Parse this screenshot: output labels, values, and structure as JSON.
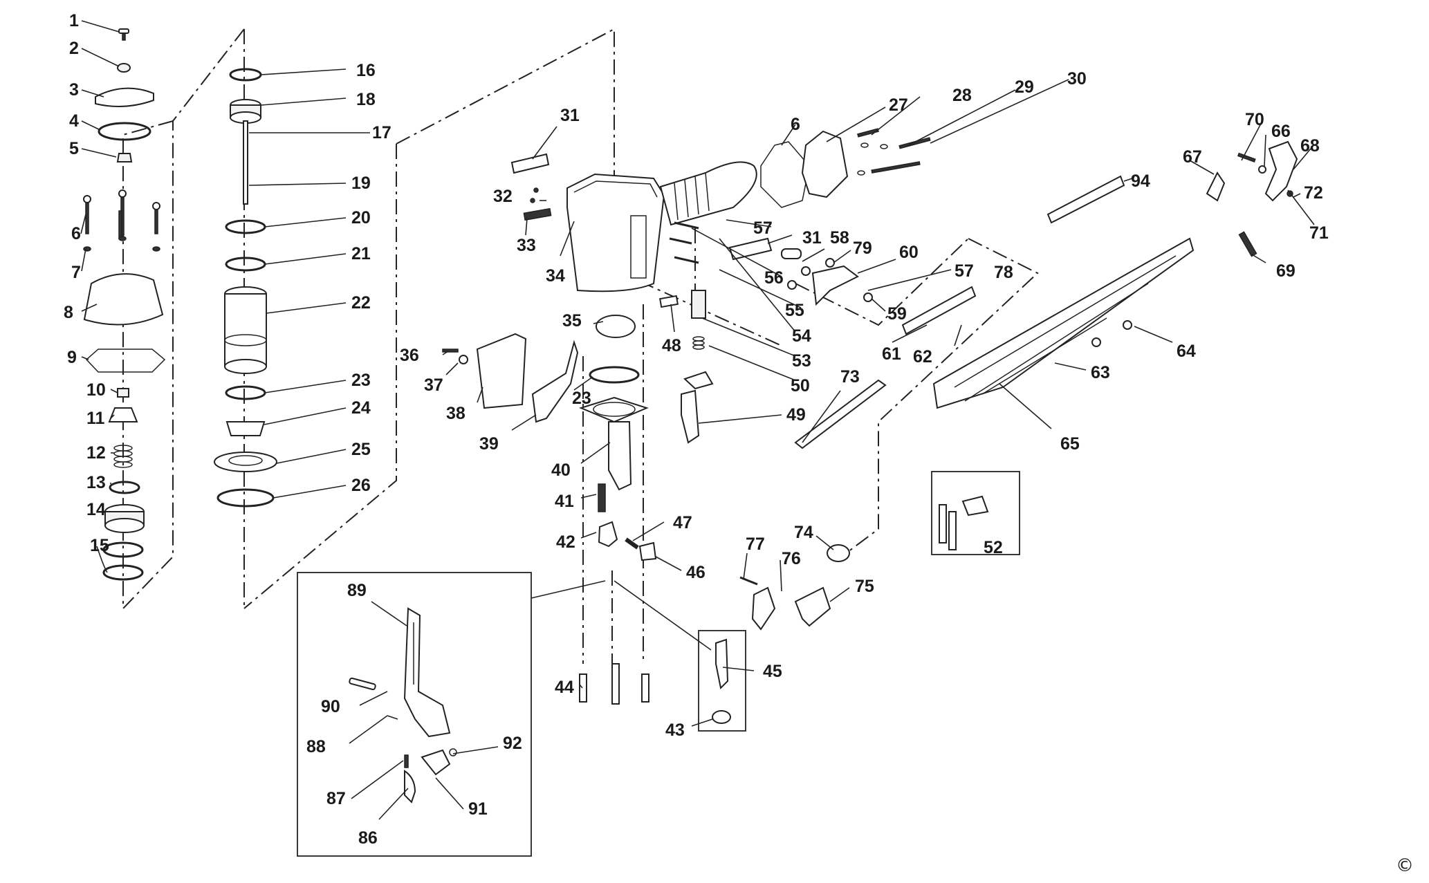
{
  "copyright_symbol": "©",
  "callouts": [
    {
      "id": "1",
      "text": "1"
    },
    {
      "id": "2",
      "text": "2"
    },
    {
      "id": "3",
      "text": "3"
    },
    {
      "id": "4",
      "text": "4"
    },
    {
      "id": "5",
      "text": "5"
    },
    {
      "id": "6a",
      "text": "6"
    },
    {
      "id": "7",
      "text": "7"
    },
    {
      "id": "8",
      "text": "8"
    },
    {
      "id": "9",
      "text": "9"
    },
    {
      "id": "10",
      "text": "10"
    },
    {
      "id": "11",
      "text": "11"
    },
    {
      "id": "12",
      "text": "12"
    },
    {
      "id": "13",
      "text": "13"
    },
    {
      "id": "14",
      "text": "14"
    },
    {
      "id": "15",
      "text": "15"
    },
    {
      "id": "16",
      "text": "16"
    },
    {
      "id": "17",
      "text": "17"
    },
    {
      "id": "18",
      "text": "18"
    },
    {
      "id": "19",
      "text": "19"
    },
    {
      "id": "20",
      "text": "20"
    },
    {
      "id": "21",
      "text": "21"
    },
    {
      "id": "22",
      "text": "22"
    },
    {
      "id": "23a",
      "text": "23"
    },
    {
      "id": "24",
      "text": "24"
    },
    {
      "id": "25",
      "text": "25"
    },
    {
      "id": "26",
      "text": "26"
    },
    {
      "id": "31a",
      "text": "31"
    },
    {
      "id": "32",
      "text": "32"
    },
    {
      "id": "33",
      "text": "33"
    },
    {
      "id": "34",
      "text": "34"
    },
    {
      "id": "35",
      "text": "35"
    },
    {
      "id": "36",
      "text": "36"
    },
    {
      "id": "37",
      "text": "37"
    },
    {
      "id": "38",
      "text": "38"
    },
    {
      "id": "39",
      "text": "39"
    },
    {
      "id": "23b",
      "text": "23"
    },
    {
      "id": "40",
      "text": "40"
    },
    {
      "id": "41",
      "text": "41"
    },
    {
      "id": "42",
      "text": "42"
    },
    {
      "id": "47",
      "text": "47"
    },
    {
      "id": "46",
      "text": "46"
    },
    {
      "id": "44",
      "text": "44"
    },
    {
      "id": "45",
      "text": "45"
    },
    {
      "id": "43",
      "text": "43"
    },
    {
      "id": "6b",
      "text": "6"
    },
    {
      "id": "27",
      "text": "27"
    },
    {
      "id": "28",
      "text": "28"
    },
    {
      "id": "29",
      "text": "29"
    },
    {
      "id": "30",
      "text": "30"
    },
    {
      "id": "57a",
      "text": "57"
    },
    {
      "id": "31b",
      "text": "31"
    },
    {
      "id": "58",
      "text": "58"
    },
    {
      "id": "79",
      "text": "79"
    },
    {
      "id": "60",
      "text": "60"
    },
    {
      "id": "56",
      "text": "56"
    },
    {
      "id": "57b",
      "text": "57"
    },
    {
      "id": "78",
      "text": "78"
    },
    {
      "id": "55",
      "text": "55"
    },
    {
      "id": "54",
      "text": "54"
    },
    {
      "id": "59",
      "text": "59"
    },
    {
      "id": "48",
      "text": "48"
    },
    {
      "id": "53",
      "text": "53"
    },
    {
      "id": "50",
      "text": "50"
    },
    {
      "id": "49",
      "text": "49"
    },
    {
      "id": "73",
      "text": "73"
    },
    {
      "id": "61",
      "text": "61"
    },
    {
      "id": "62",
      "text": "62"
    },
    {
      "id": "94",
      "text": "94"
    },
    {
      "id": "67",
      "text": "67"
    },
    {
      "id": "70",
      "text": "70"
    },
    {
      "id": "66",
      "text": "66"
    },
    {
      "id": "68",
      "text": "68"
    },
    {
      "id": "72",
      "text": "72"
    },
    {
      "id": "71",
      "text": "71"
    },
    {
      "id": "69",
      "text": "69"
    },
    {
      "id": "64",
      "text": "64"
    },
    {
      "id": "63",
      "text": "63"
    },
    {
      "id": "65",
      "text": "65"
    },
    {
      "id": "52",
      "text": "52"
    },
    {
      "id": "77",
      "text": "77"
    },
    {
      "id": "76",
      "text": "76"
    },
    {
      "id": "74",
      "text": "74"
    },
    {
      "id": "75",
      "text": "75"
    },
    {
      "id": "89",
      "text": "89"
    },
    {
      "id": "90",
      "text": "90"
    },
    {
      "id": "88",
      "text": "88"
    },
    {
      "id": "92",
      "text": "92"
    },
    {
      "id": "87",
      "text": "87"
    },
    {
      "id": "91",
      "text": "91"
    },
    {
      "id": "86",
      "text": "86"
    }
  ]
}
